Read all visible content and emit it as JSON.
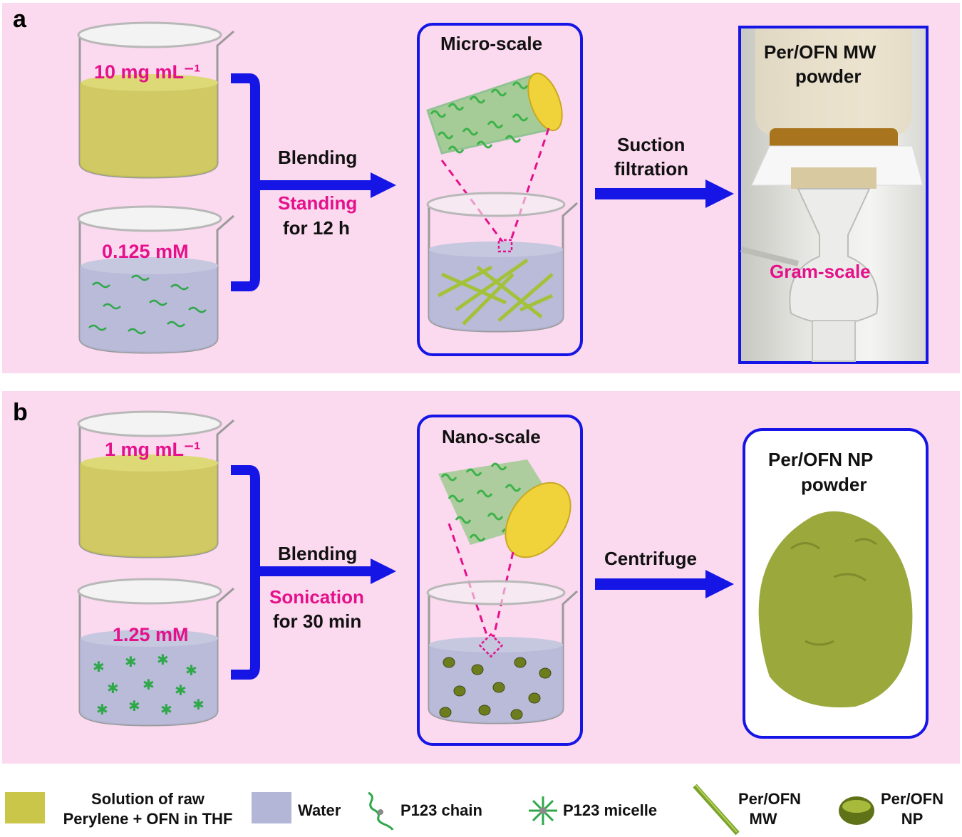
{
  "panel_a": {
    "label": "a",
    "beaker_top_label": "10 mg mL⁻¹",
    "beaker_bottom_label": "0.125 mM",
    "step1_action": "Blending",
    "step1_condition_1": "Standing",
    "step1_condition_2": "for 12 h",
    "scale_title": "Micro-scale",
    "step2_line1": "Suction",
    "step2_line2": "filtration",
    "product_line1": "Per/OFN MW",
    "product_line2": "powder",
    "product_note": "Gram-scale"
  },
  "panel_b": {
    "label": "b",
    "beaker_top_label": "1 mg mL⁻¹",
    "beaker_bottom_label": "1.25 mM",
    "step1_action": "Blending",
    "step1_condition_1": "Sonication",
    "step1_condition_2": "for 30 min",
    "scale_title": "Nano-scale",
    "step2_label": "Centrifuge",
    "product_line1": "Per/OFN NP",
    "product_line2": "powder"
  },
  "legend": {
    "solution_line1": "Solution of raw",
    "solution_line2": "Perylene + OFN in THF",
    "water": "Water",
    "p123_chain": "P123 chain",
    "p123_micelle": "P123 micelle",
    "mw_line1": "Per/OFN",
    "mw_line2": "MW",
    "np_line1": "Per/OFN",
    "np_line2": "NP"
  },
  "colors": {
    "panel_bg": "#fbd9ef",
    "arrow_blue": "#1515e6",
    "accent_pink": "#e5118a",
    "solution_yellow": "#c9c64a",
    "water_lavender": "#b3b6d6",
    "chain_green": "#2fa84a",
    "powder_olive": "#9aa83c"
  }
}
